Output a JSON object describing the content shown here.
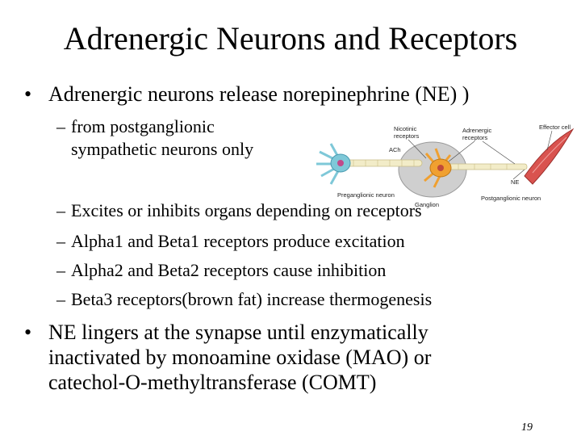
{
  "slide": {
    "title": "Adrenergic Neurons and Receptors",
    "bullet1": "Adrenergic neurons release norepinephrine (NE) )",
    "sub_bullets": [
      {
        "line1": "from postganglionic",
        "line2": "sympathetic neurons only"
      },
      {
        "line1": "Excites or inhibits organs depending on receptors"
      },
      {
        "line1": "Alpha1 and Beta1 receptors produce excitation"
      },
      {
        "line1": "Alpha2 and Beta2 receptors cause inhibition"
      },
      {
        "line1": "Beta3 receptors(brown fat) increase thermogenesis"
      }
    ],
    "bullet2_lines": [
      "NE lingers at the synapse until enzymatically",
      "inactivated by monoamine oxidase (MAO) or",
      "catechol-O-methyltransferase (COMT)"
    ],
    "page_number": "19"
  },
  "figure": {
    "labels": {
      "nicotinic": [
        "Nicotinic",
        "receptors"
      ],
      "adrenergic": [
        "Adrenergic",
        "receptors"
      ],
      "effector": "Effector cell",
      "ach": "ACh",
      "ne": "NE",
      "preganglionic": "Preganglionic neuron",
      "ganglion": "Ganglion",
      "postganglionic": "Postganglionic neuron"
    },
    "colors": {
      "pre_neuron": "#7ec8d8",
      "post_neuron": "#f0a030",
      "axon": "#f2ecc8",
      "ganglion": "#cfcfcf",
      "effector": "#d9534f"
    }
  }
}
